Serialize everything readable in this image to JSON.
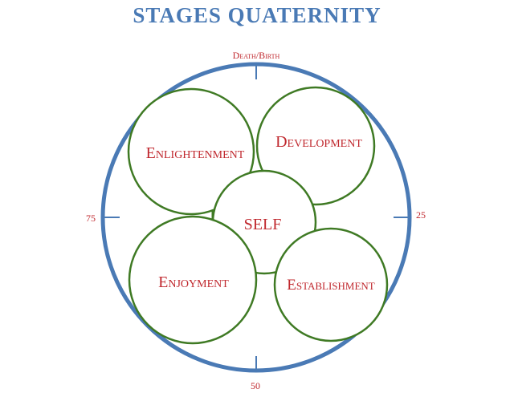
{
  "title": "STAGES QUATERNITY",
  "markers": {
    "top": "Death/Birth",
    "right": "25",
    "bottom": "50",
    "left": "75"
  },
  "stages": {
    "enlightenment": "Enlightenment",
    "development": "Development",
    "self": "SELF",
    "enjoyment": "Enjoyment",
    "establishment": "Establishment"
  },
  "colors": {
    "title": "#4a7ab5",
    "outer_ring": "#4a7ab5",
    "circles": "#3f7a24",
    "labels": "#c0282e"
  }
}
